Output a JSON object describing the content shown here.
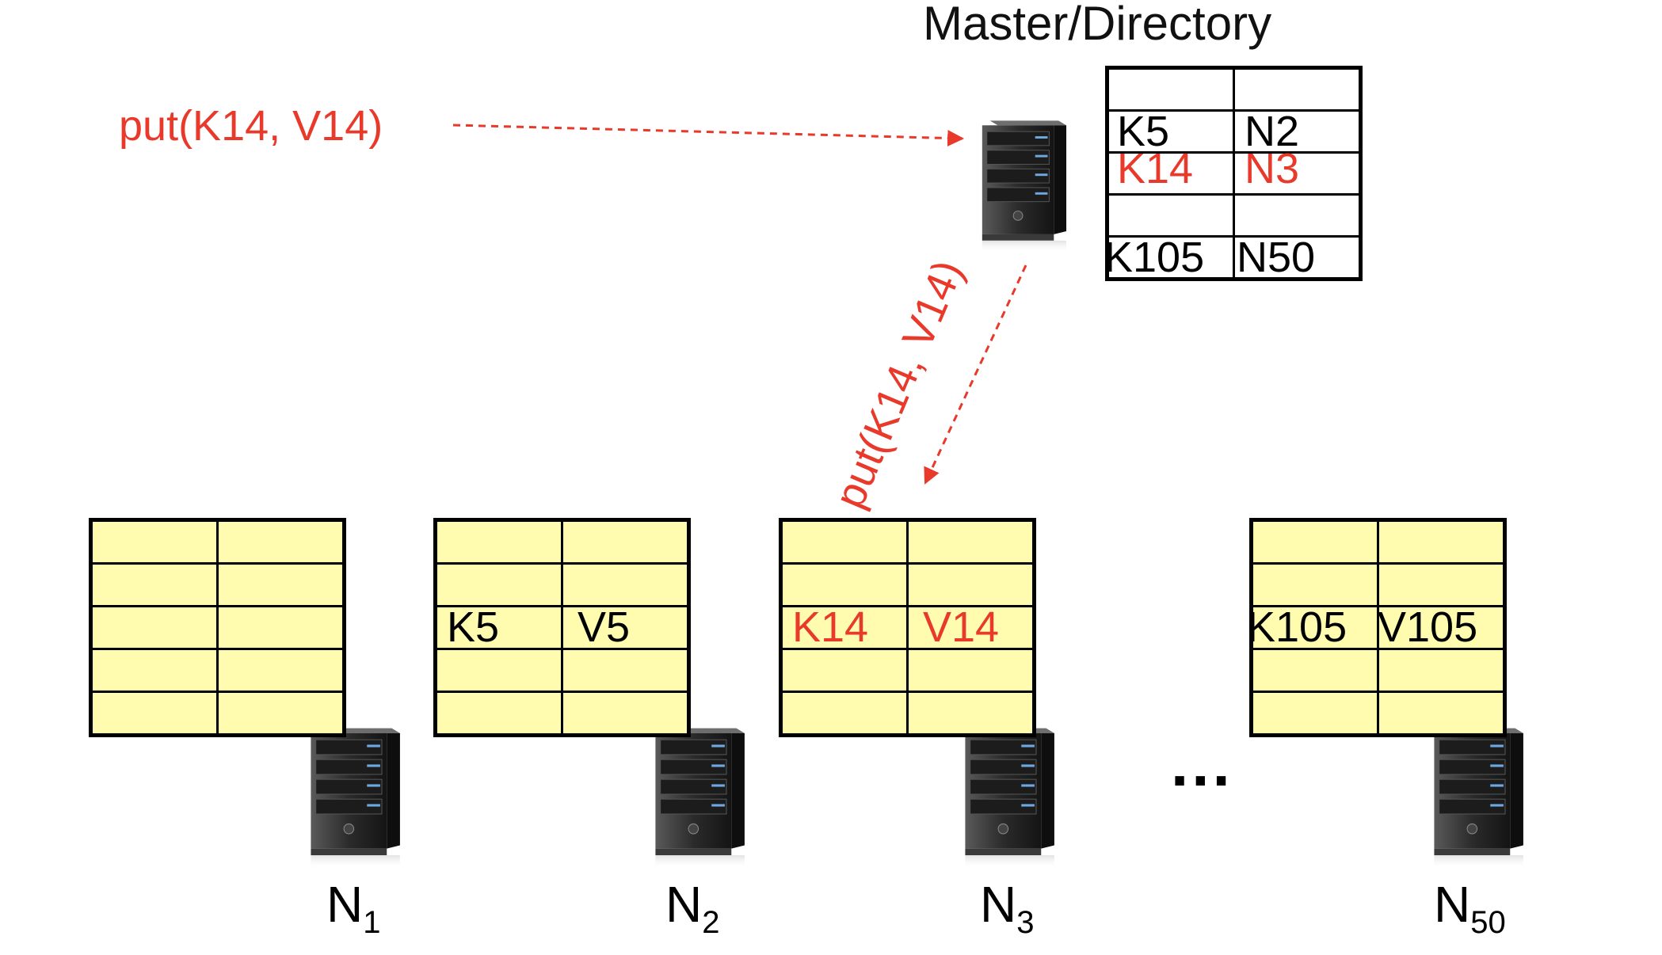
{
  "master": {
    "title": "Master/Directory",
    "table": [
      [
        "",
        ""
      ],
      [
        "K5",
        "N2"
      ],
      [
        "K14",
        "N3"
      ],
      [
        "",
        ""
      ],
      [
        "K105",
        "N50"
      ]
    ],
    "highlight_row": 2
  },
  "request": {
    "client_put": "put(K14, V14)",
    "forward_put": "put(K14, V14)"
  },
  "nodes": [
    {
      "name": "N",
      "sub": "1",
      "rows": [
        [
          "",
          ""
        ],
        [
          "",
          ""
        ],
        [
          "",
          ""
        ],
        [
          "",
          ""
        ],
        [
          "",
          ""
        ]
      ]
    },
    {
      "name": "N",
      "sub": "2",
      "rows": [
        [
          "",
          ""
        ],
        [
          "",
          ""
        ],
        [
          "K5",
          "V5"
        ],
        [
          "",
          ""
        ],
        [
          "",
          ""
        ]
      ]
    },
    {
      "name": "N",
      "sub": "3",
      "rows": [
        [
          "",
          ""
        ],
        [
          "",
          ""
        ],
        [
          "K14",
          "V14"
        ],
        [
          "",
          ""
        ],
        [
          "",
          ""
        ]
      ]
    },
    {
      "name": "N",
      "sub": "50",
      "rows": [
        [
          "",
          ""
        ],
        [
          "",
          ""
        ],
        [
          "K105",
          "V105"
        ],
        [
          "",
          ""
        ],
        [
          "",
          ""
        ]
      ]
    }
  ],
  "highlight_node": 2,
  "ellipsis": "...",
  "colors": {
    "accent": "#e8392b",
    "table_fill": "#fffcb0",
    "server_body": "#2b2b2b",
    "server_led": "#6fa7e0"
  }
}
